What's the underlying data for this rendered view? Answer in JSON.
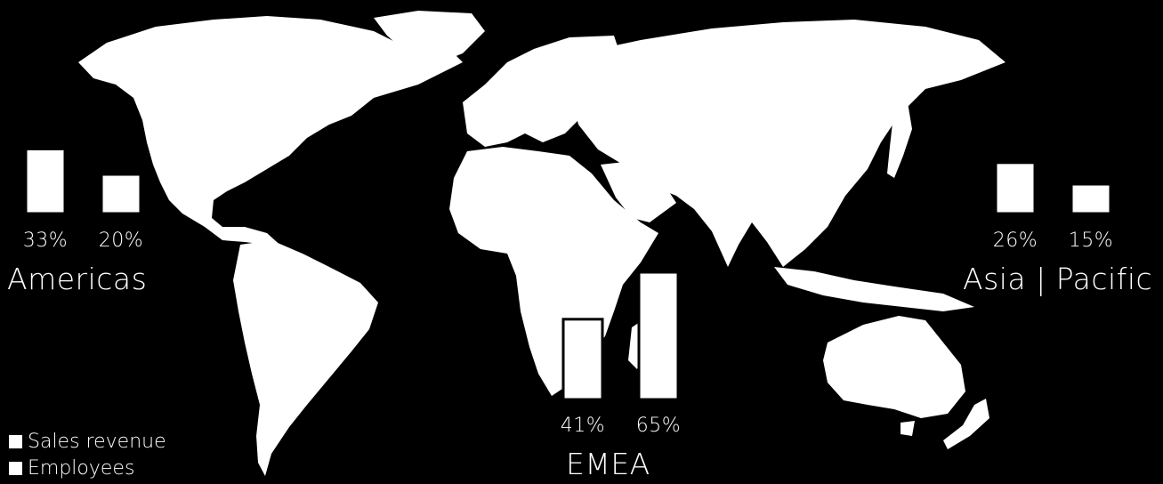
{
  "colors": {
    "background": "#000000",
    "land": "#ffffff",
    "bars": "#ffffff"
  },
  "legend": [
    {
      "label": "Sales revenue"
    },
    {
      "label": "Employees"
    }
  ],
  "chart_data": {
    "type": "bar",
    "series": [
      {
        "name": "Sales revenue",
        "values": [
          33,
          41,
          26
        ]
      },
      {
        "name": "Employees",
        "values": [
          20,
          65,
          15
        ]
      }
    ],
    "regions": [
      {
        "label": "Americas",
        "values": [
          33,
          20
        ],
        "value_labels": [
          "33%",
          "20%"
        ]
      },
      {
        "label": "EMEA",
        "values": [
          41,
          65
        ],
        "value_labels": [
          "41%",
          "65%"
        ]
      },
      {
        "label": "Asia | Pacific",
        "values": [
          26,
          15
        ],
        "value_labels": [
          "26%",
          "15%"
        ]
      }
    ],
    "unit": "%",
    "background": "world map"
  }
}
